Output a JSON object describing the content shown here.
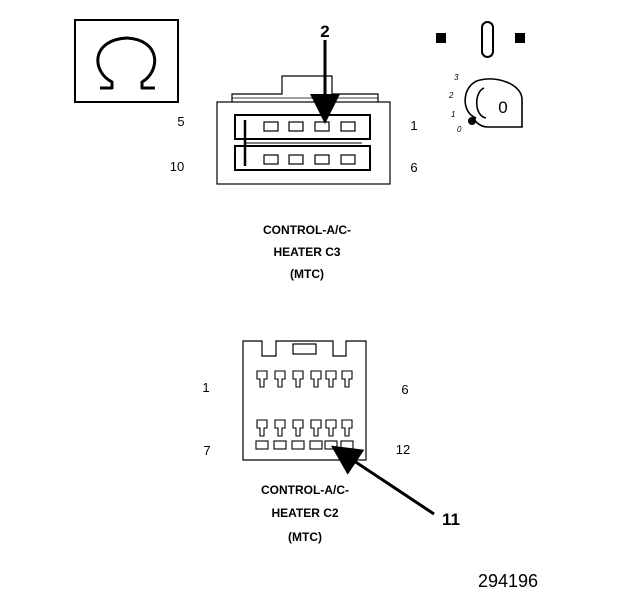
{
  "ohmmeter_symbol": "Ω",
  "switch_positions": [
    "3",
    "2",
    "1",
    "0"
  ],
  "switch_reading": "0",
  "connector_c3": {
    "callout": "2",
    "pin_labels": {
      "top_left": "5",
      "top_right": "1",
      "bottom_left": "10",
      "bottom_right": "6"
    },
    "caption": [
      "CONTROL-A/C-",
      "HEATER C3",
      "(MTC)"
    ]
  },
  "connector_c2": {
    "callout": "11",
    "pin_labels": {
      "top_left": "1",
      "top_right": "6",
      "bottom_left": "7",
      "bottom_right": "12"
    },
    "caption": [
      "CONTROL-A/C-",
      "HEATER C2",
      "(MTC)"
    ]
  },
  "figure_number": "294196"
}
